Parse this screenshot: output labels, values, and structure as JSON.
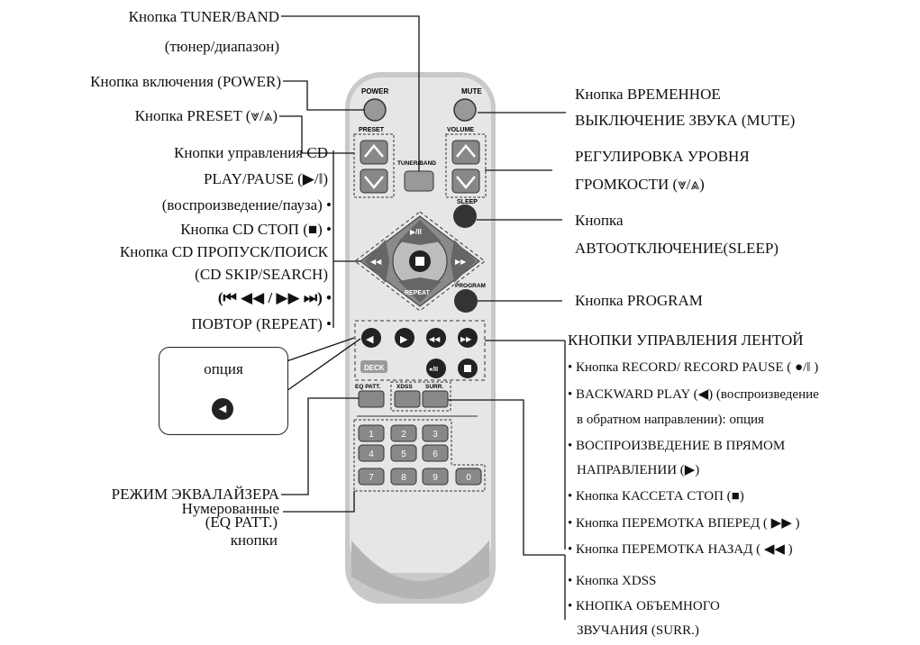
{
  "left_labels": {
    "tuner_1": "Кнопка TUNER/BAND",
    "tuner_2": "(тюнер/диапазон)",
    "power": "Кнопка включения (POWER)",
    "preset": "Кнопка PRESET (⩔/⩓)",
    "cd_1": "Кнопки управления CD",
    "cd_2": "PLAY/PAUSE (▶/‖)",
    "cd_3": "(воспроизведение/пауза) •",
    "cd_4": "Кнопка CD СТОП (■) •",
    "cd_5": "Кнопка CD ПРОПУСК/ПОИСК",
    "cd_6": "(CD SKIP/SEARCH)",
    "cd_7": "(⏮ ◀◀ / ▶▶ ⏭) •",
    "cd_8": "ПОВТОР (REPEAT) •",
    "eq_1": "РЕЖИМ ЭКВАЛАЙЗЕРА",
    "eq_2": "(EQ PATT.)",
    "num_1": "Нумерованные",
    "num_2": "кнопки"
  },
  "callout": {
    "text": "опция",
    "glyph": "◀"
  },
  "right_labels": {
    "mute_1": "Кнопка ВРЕМЕННОЕ",
    "mute_2": "ВЫКЛЮЧЕНИЕ ЗВУКА (MUTE)",
    "vol_1": "РЕГУЛИРОВКА УРОВНЯ",
    "vol_2": "ГРОМКОСТИ (⩔/⩓)",
    "sleep_1": "Кнопка",
    "sleep_2": "АВТООТКЛЮЧЕНИЕ(SLEEP)",
    "program": "Кнопка PROGRAM",
    "tape_head": "КНОПКИ УПРАВЛЕНИЯ ЛЕНТОЙ",
    "tape_1": "• Кнопка RECORD/ RECORD PAUSE ( ●/‖ )",
    "tape_2": "• BACKWARD PLAY (◀) (воспроизведение",
    "tape_3": "в обратном направлении): опция",
    "tape_4": "• ВОСПРОИЗВЕДЕНИЕ В ПРЯМОМ",
    "tape_5": "НАПРАВЛЕНИИ (▶)",
    "tape_6": "• Кнопка КАССЕТА СТОП (■)",
    "tape_7": "• Кнопка ПЕРЕМОТКА ВПЕРЕД ( ▶▶ )",
    "tape_8": "• Кнопка ПЕРЕМОТКА НАЗАД ( ◀◀ )",
    "xdss_1": "• Кнопка XDSS",
    "xdss_2": "• КНОПКА ОБЪЕМНОГО",
    "xdss_3": "ЗВУЧАНИЯ (SURR.)"
  },
  "remote": {
    "power": "POWER",
    "mute": "MUTE",
    "preset": "PRESET",
    "volume": "VOLUME",
    "tuner_band": "TUNER/BAND",
    "sleep": "SLEEP",
    "program": "PROGRAM",
    "play_pause": "▶/II",
    "repeat": "REPEAT",
    "deck": "DECK",
    "rec_pause": "●/II",
    "eq_patt": "EQ PATT.",
    "xdss": "XDSS",
    "surr": "SURR.",
    "numbers": [
      "1",
      "2",
      "3",
      "4",
      "5",
      "6",
      "7",
      "8",
      "9",
      "0"
    ]
  }
}
